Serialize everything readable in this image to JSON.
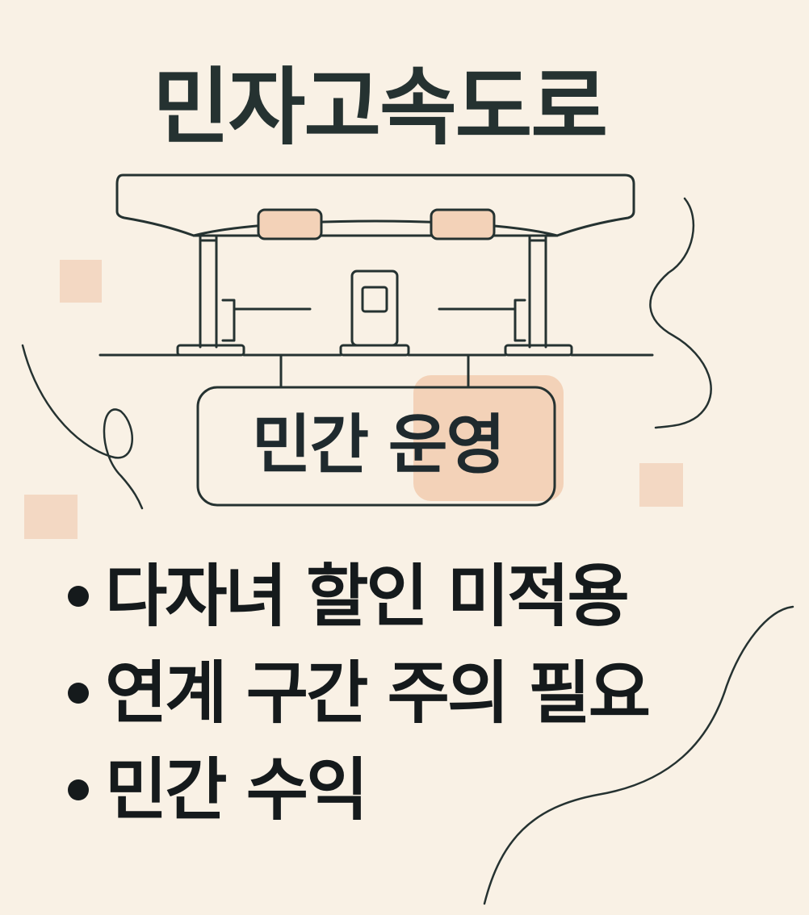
{
  "title": "민자고속도로",
  "badge": {
    "label": "민간 운영"
  },
  "bullets": [
    {
      "text": "다자녀 할인 미적용"
    },
    {
      "text": "연계 구간 주의 필요"
    },
    {
      "text": "민간 수익"
    }
  ],
  "colors": {
    "background": "#f9f1e5",
    "ink": "#253231",
    "accent_peach": "#f3d2b8"
  },
  "icons": [
    "toll-gate-illustration",
    "tollbooth-icon",
    "camera-sign-icon"
  ]
}
